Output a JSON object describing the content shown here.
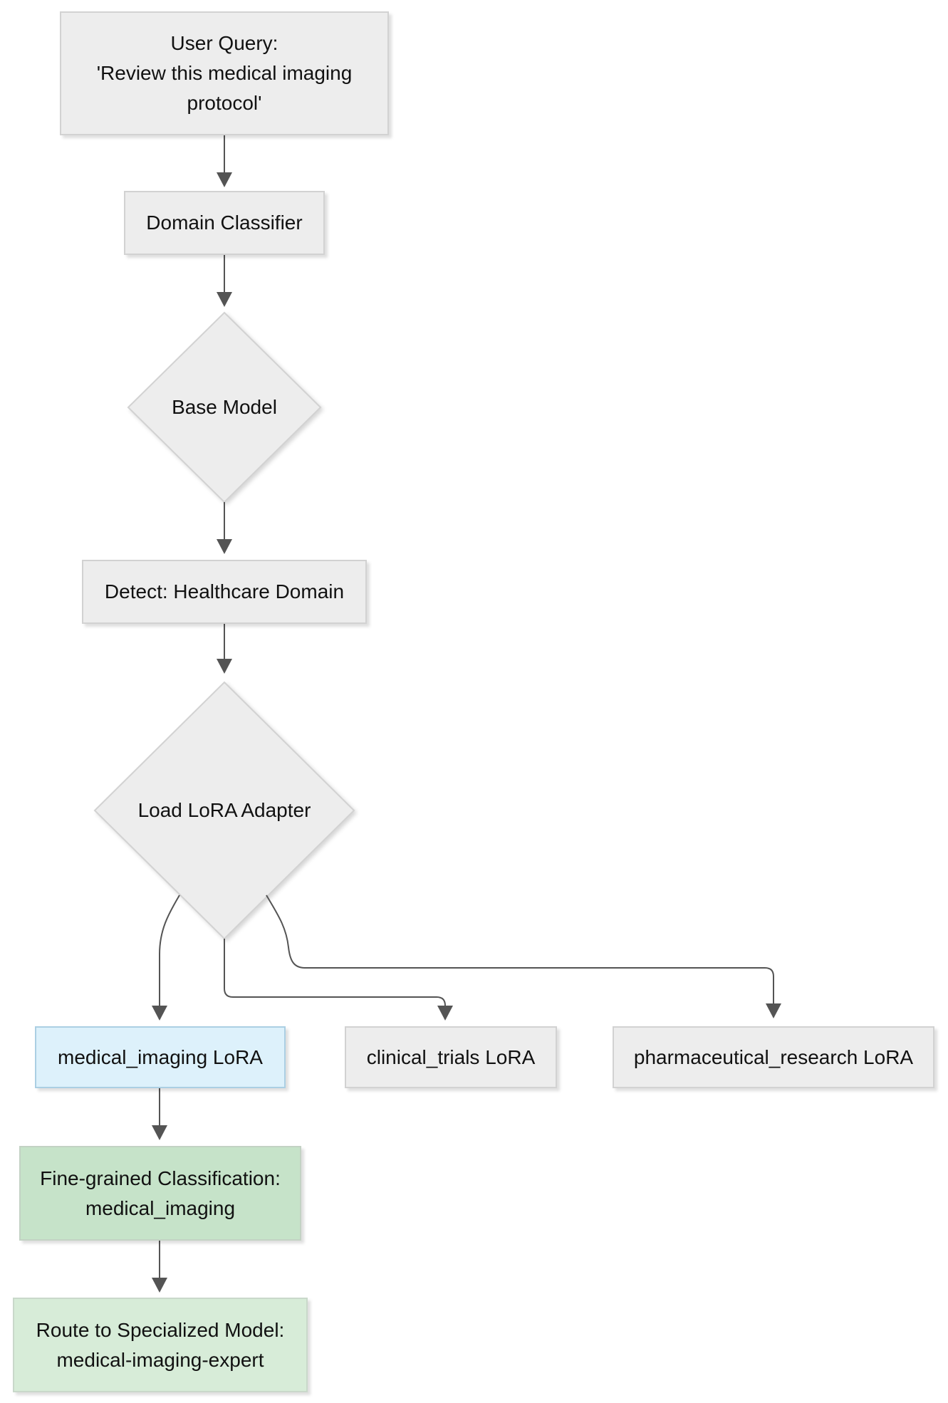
{
  "diagram": {
    "type": "flowchart",
    "direction": "top-down",
    "nodes": {
      "user_query": {
        "shape": "rect",
        "fill": "#ededed",
        "lines": [
          "User Query:",
          "'Review this medical imaging",
          "protocol'"
        ]
      },
      "domain_classifier": {
        "shape": "rect",
        "fill": "#ededed",
        "label": "Domain Classifier"
      },
      "base_model": {
        "shape": "diamond",
        "fill": "#ededed",
        "label": "Base Model"
      },
      "detect": {
        "shape": "rect",
        "fill": "#ededed",
        "label": "Detect: Healthcare Domain"
      },
      "load_lora": {
        "shape": "diamond",
        "fill": "#ededed",
        "label": "Load LoRA Adapter"
      },
      "medical_lora": {
        "shape": "rect",
        "fill": "#ddf1fb",
        "label": "medical_imaging LoRA"
      },
      "clinical_lora": {
        "shape": "rect",
        "fill": "#ededed",
        "label": "clinical_trials LoRA"
      },
      "pharma_lora": {
        "shape": "rect",
        "fill": "#ededed",
        "label": "pharmaceutical_research LoRA"
      },
      "fine_grained": {
        "shape": "rect",
        "fill": "#c6e3c9",
        "lines": [
          "Fine-grained Classification:",
          "medical_imaging"
        ]
      },
      "route": {
        "shape": "rect",
        "fill": "#d7ecd8",
        "lines": [
          "Route to Specialized Model:",
          "medical-imaging-expert"
        ]
      }
    },
    "edges": [
      {
        "from": "user_query",
        "to": "domain_classifier"
      },
      {
        "from": "domain_classifier",
        "to": "base_model"
      },
      {
        "from": "base_model",
        "to": "detect"
      },
      {
        "from": "detect",
        "to": "load_lora"
      },
      {
        "from": "load_lora",
        "to": "medical_lora"
      },
      {
        "from": "load_lora",
        "to": "clinical_lora"
      },
      {
        "from": "load_lora",
        "to": "pharma_lora"
      },
      {
        "from": "medical_lora",
        "to": "fine_grained"
      },
      {
        "from": "fine_grained",
        "to": "route"
      }
    ],
    "colors": {
      "node_gray_fill": "#ededed",
      "node_gray_border": "#d2d2d2",
      "node_blue_fill": "#ddf1fb",
      "node_blue_border": "#abcfe3",
      "node_green_fill": "#c6e3c9",
      "node_green_light_fill": "#d7ecd8",
      "edge_stroke": "#545454",
      "text": "#111111",
      "background": "#ffffff"
    }
  }
}
